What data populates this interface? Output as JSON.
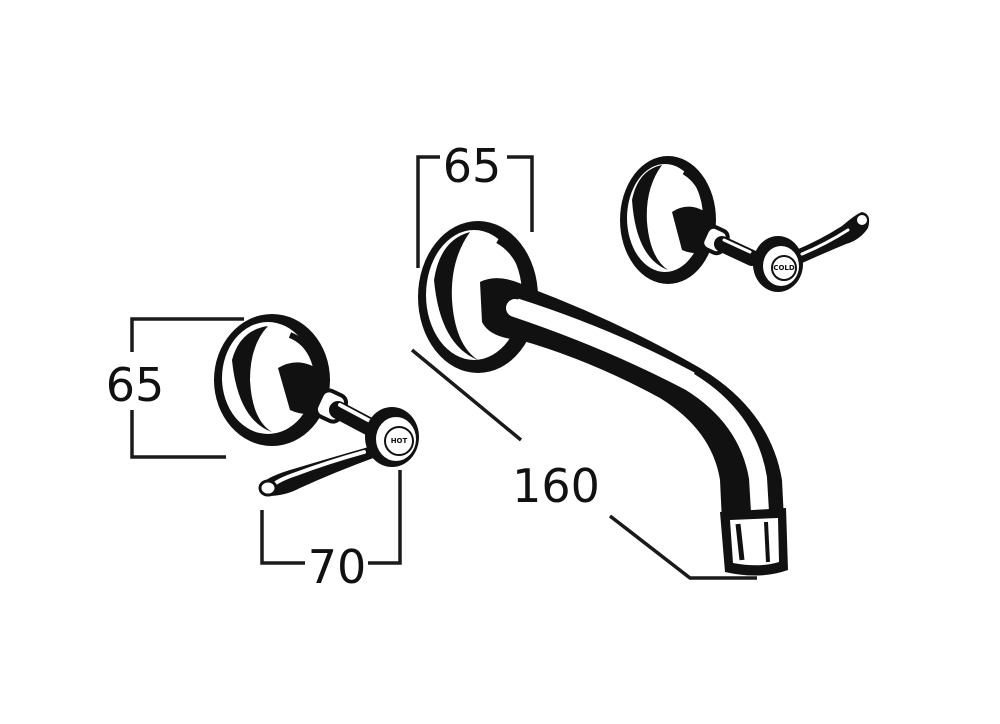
{
  "dimensions": {
    "left_handle_height": "65",
    "left_handle_width": "70",
    "spout_plate_diameter": "65",
    "spout_length": "160"
  },
  "labels": {
    "hot": "HOT",
    "cold": "COLD"
  },
  "colors": {
    "ink": "#111111",
    "background": "#ffffff"
  }
}
